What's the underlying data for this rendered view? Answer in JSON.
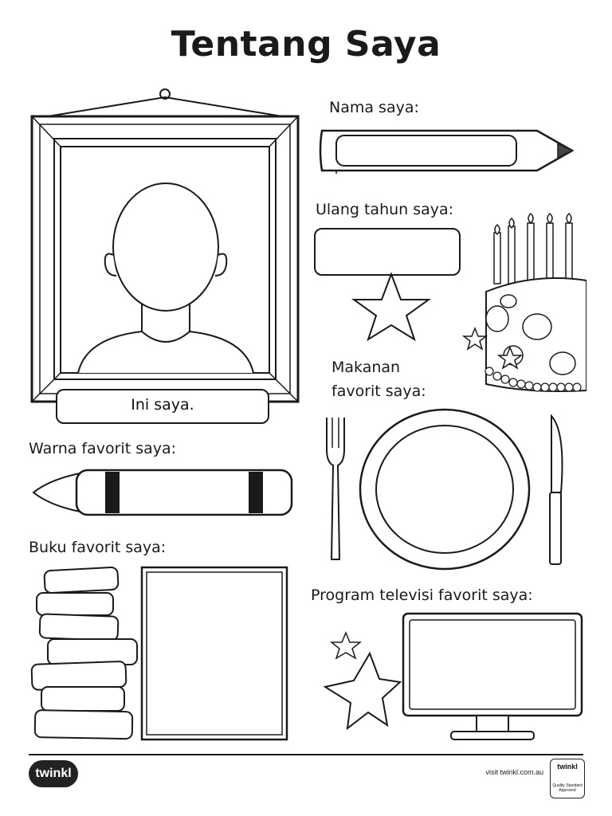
{
  "page": {
    "title": "Tentang Saya",
    "prompts": {
      "name": "Nama saya:",
      "birthday": "Ulang tahun saya:",
      "food_line1": "Makanan",
      "food_line2": "favorit saya:",
      "color": "Warna favorit saya:",
      "book": "Buku favorit saya:",
      "tv": "Program televisi favorit saya:"
    },
    "frame_caption": "Ini saya."
  },
  "footer": {
    "logo_text": "twinkl",
    "url": "visit twinkl.com.au",
    "badge_title": "twinkl",
    "badge_text": "Quality Standard Approved"
  },
  "icons": [
    "picture-frame-icon",
    "pencil-icon",
    "star-icon",
    "birthday-cake-icon",
    "fork-icon",
    "plate-icon",
    "knife-icon",
    "crayon-icon",
    "book-stack-icon",
    "open-book-icon",
    "television-icon"
  ]
}
